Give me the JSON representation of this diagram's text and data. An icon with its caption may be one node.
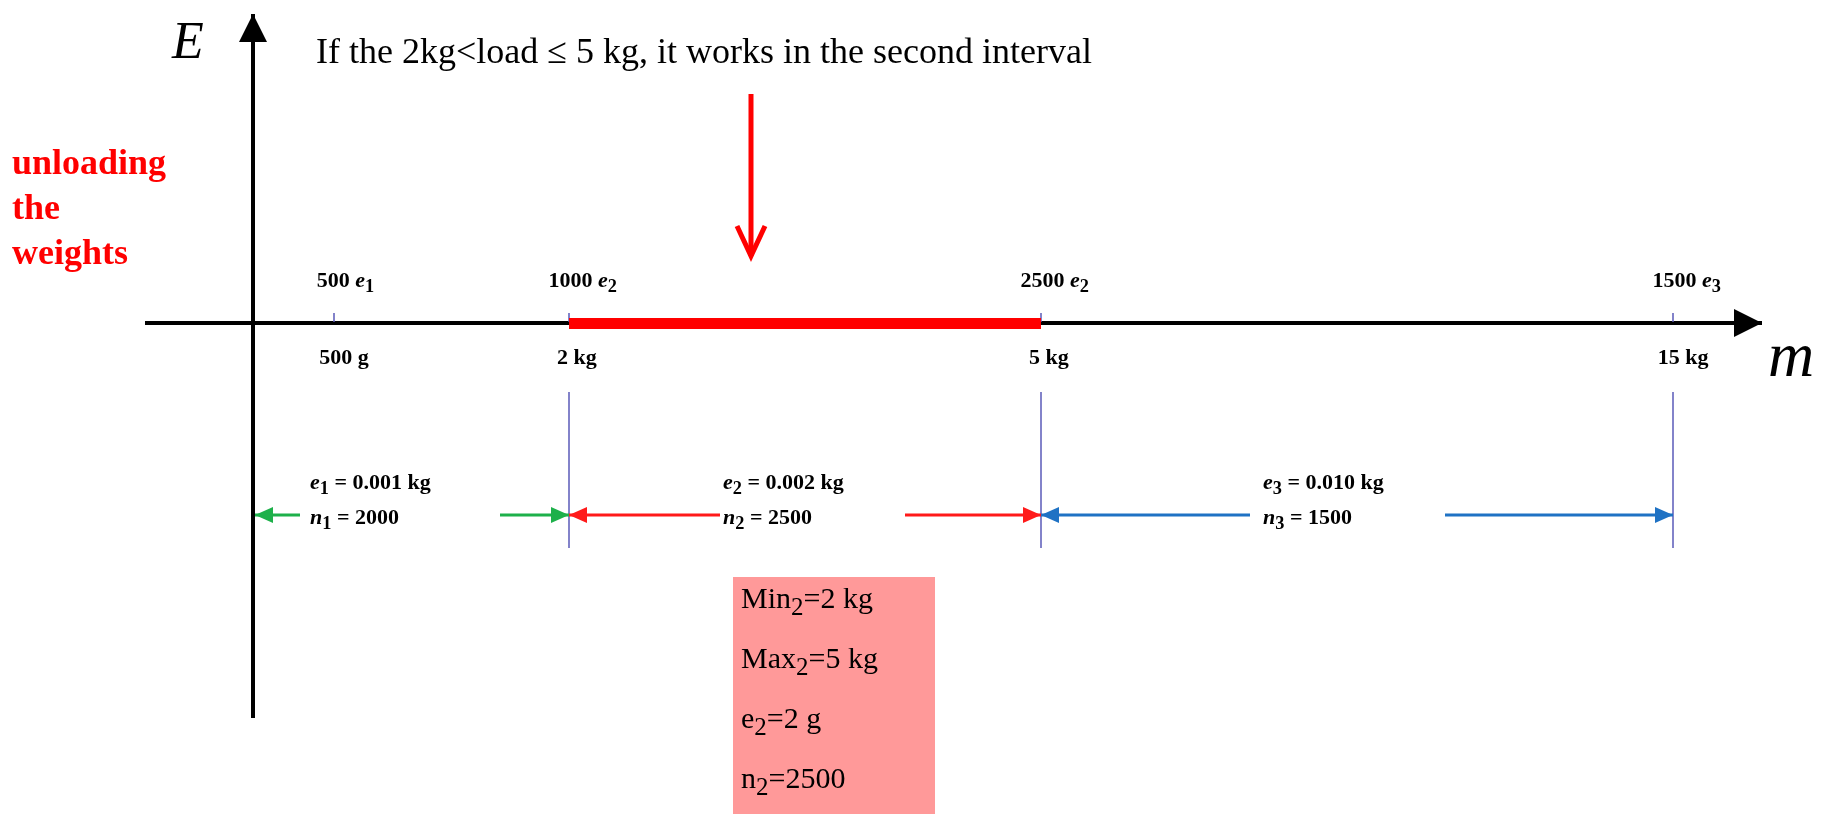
{
  "diagram": {
    "nodes": [
      {
        "text": [
          "If the 2kg<load ≤ 5 kg, it works in the second interval"
        ]
      },
      {
        "text": [],
        "shape": "bar"
      },
      {
        "text": [
          "Min$_{2}$=2 kg",
          "Max$_{2}$=5 kg",
          "e$_{2}$=2 g",
          "n$_{2}$=2500"
        ]
      }
    ],
    "edges": [
      {
        "from": 0,
        "to": 1,
        "arrow": "to"
      }
    ],
    "labels": [
      "*E*",
      "unloading the weights",
      "500 *e*$_{1}$",
      "1000 *e*$_{2}$",
      "2500 *e*$_{2}$",
      "1500 *e*$_{3}$",
      "500 g",
      "2 kg",
      "5 kg",
      "15 kg",
      "*m*",
      "*e*$_{1}$ = 0.001 kg",
      "*n*$_{1}$ = 2000",
      "*e*$_{2}$ = 0.002 kg",
      "*n*$_{2}$ = 2500",
      "*e*$_{3}$ = 0.010 kg",
      "*n*$_{3}$ = 1500"
    ]
  }
}
